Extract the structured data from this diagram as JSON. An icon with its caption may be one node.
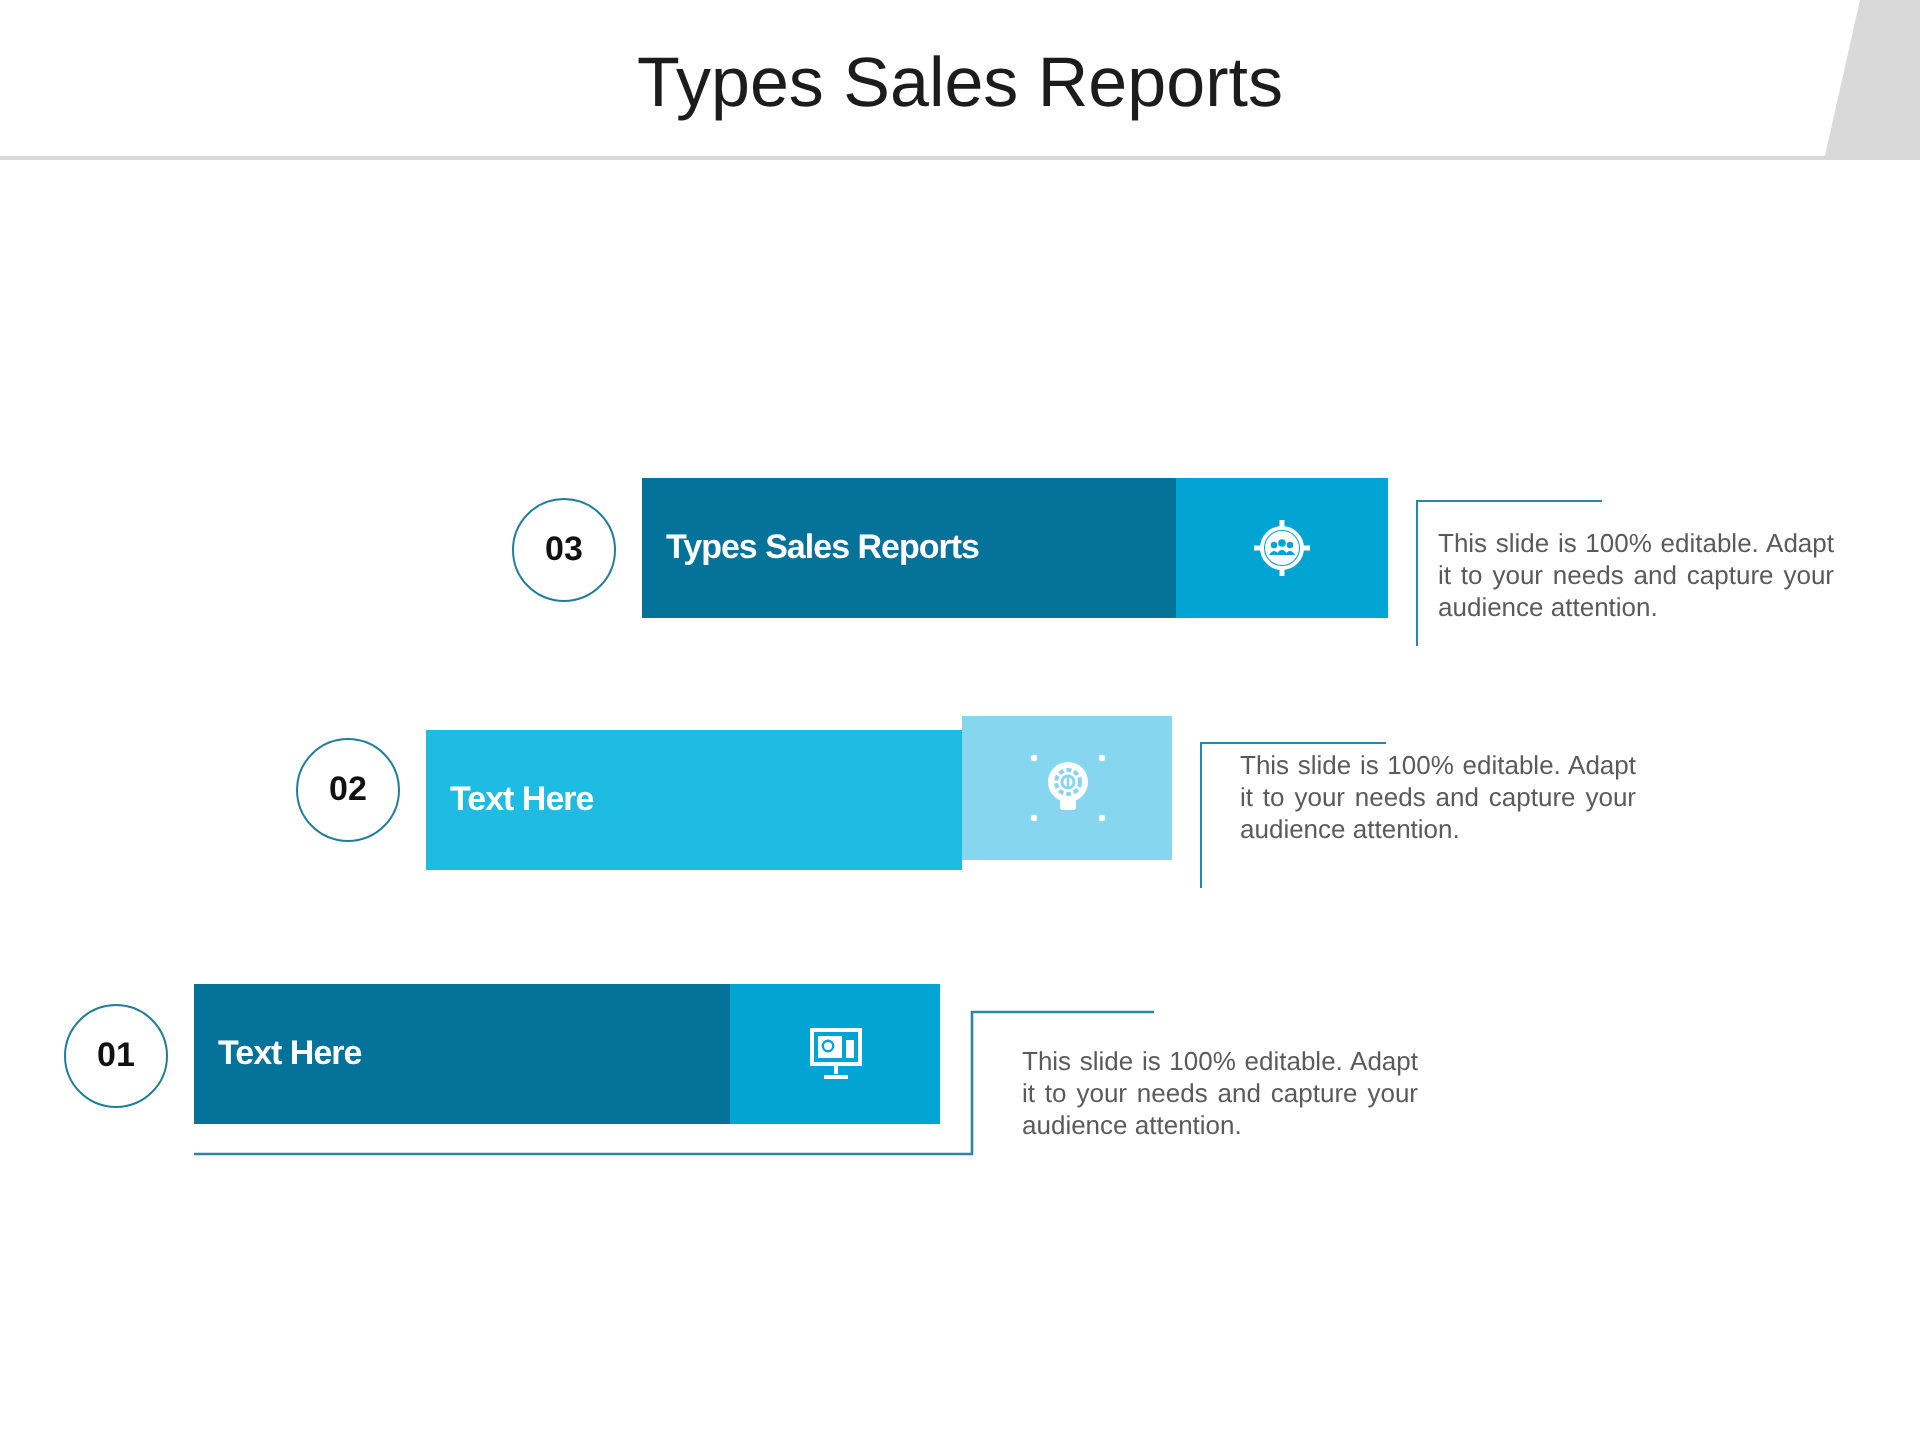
{
  "diagram": {
    "title": "Types Sales Reports",
    "nodes": [
      {
        "text": [
          "03"
        ]
      },
      {
        "text": [
          "Types Sales Reports"
        ]
      },
      {
        "text": [],
        "shape": "box",
        "beside": [
          "This slide is 100% editable. Adapt it to your needs and capture your audience attention."
        ]
      },
      {
        "text": [
          "02"
        ]
      },
      {
        "text": [
          "Text Here"
        ]
      },
      {
        "text": [],
        "shape": "box",
        "beside": [
          "This slide is 100% editable. Adapt it to your needs and capture your audience attention."
        ]
      },
      {
        "text": [
          "01"
        ]
      },
      {
        "text": [
          "Text Here"
        ]
      },
      {
        "text": [],
        "shape": "box",
        "beside": [
          "This slide is 100% editable. Adapt it to your needs and capture your audience attention."
        ]
      }
    ]
  }
}
